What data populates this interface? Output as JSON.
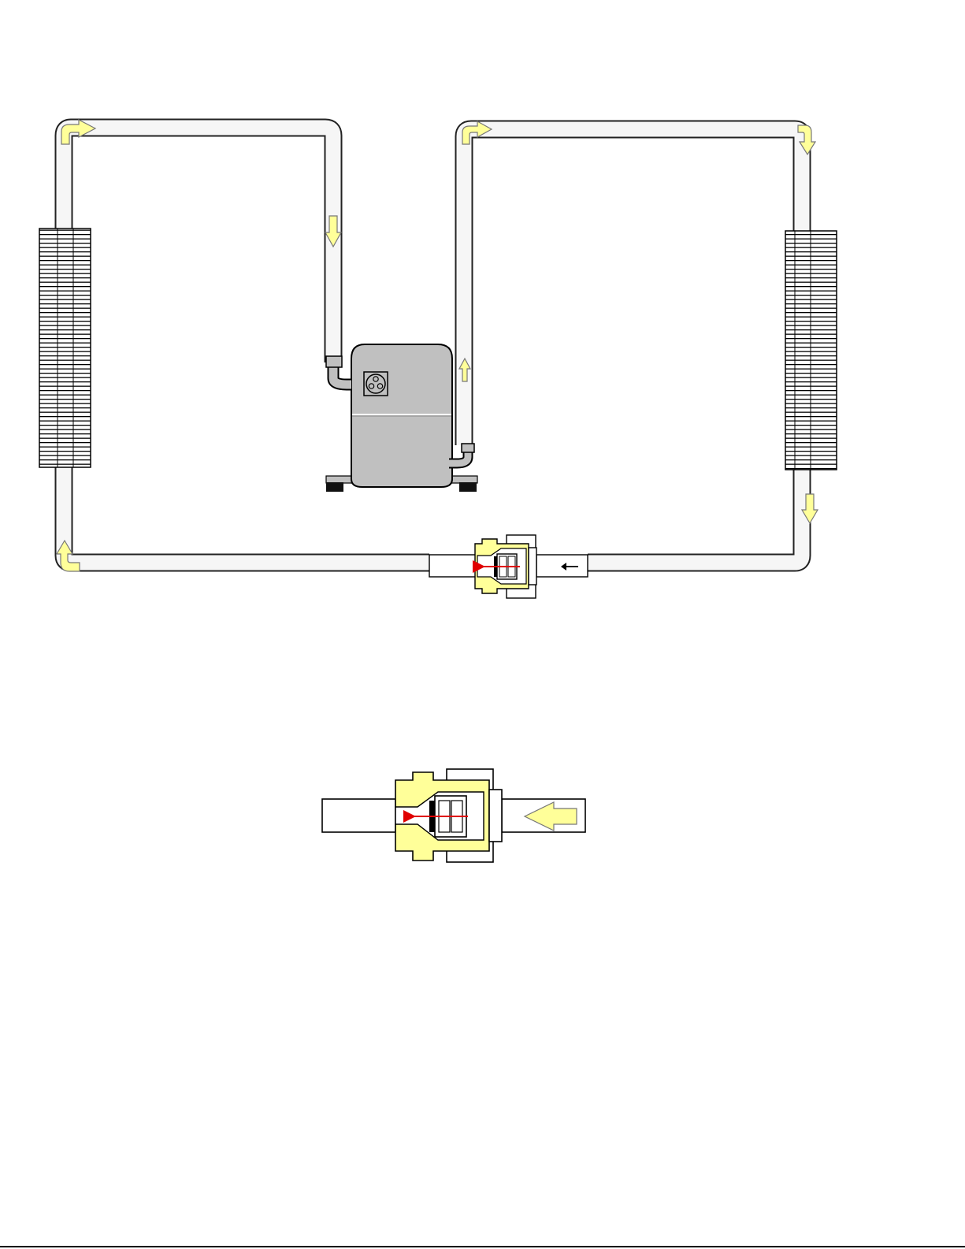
{
  "diagram": {
    "components": [
      {
        "id": "left-coil",
        "kind": "finned-coil-heat-exchanger"
      },
      {
        "id": "right-coil",
        "kind": "finned-coil-heat-exchanger"
      },
      {
        "id": "compressor",
        "kind": "hermetic-compressor",
        "color": "#c0c0c0"
      },
      {
        "id": "check-valve",
        "kind": "check-valve",
        "body_color": "#ffff99"
      },
      {
        "id": "check-valve-detail",
        "kind": "check-valve-enlarged",
        "body_color": "#ffff99"
      }
    ],
    "flow": {
      "arrow_fill": "#ffff99",
      "valve_flow_color": "#ff0000",
      "direction_icon": "arrow-icon"
    },
    "colors": {
      "pipe_outline": "#222222",
      "pipe_fill": "#f6f6f6",
      "compressor": "#c0c0c0",
      "fins": "#000000"
    }
  }
}
